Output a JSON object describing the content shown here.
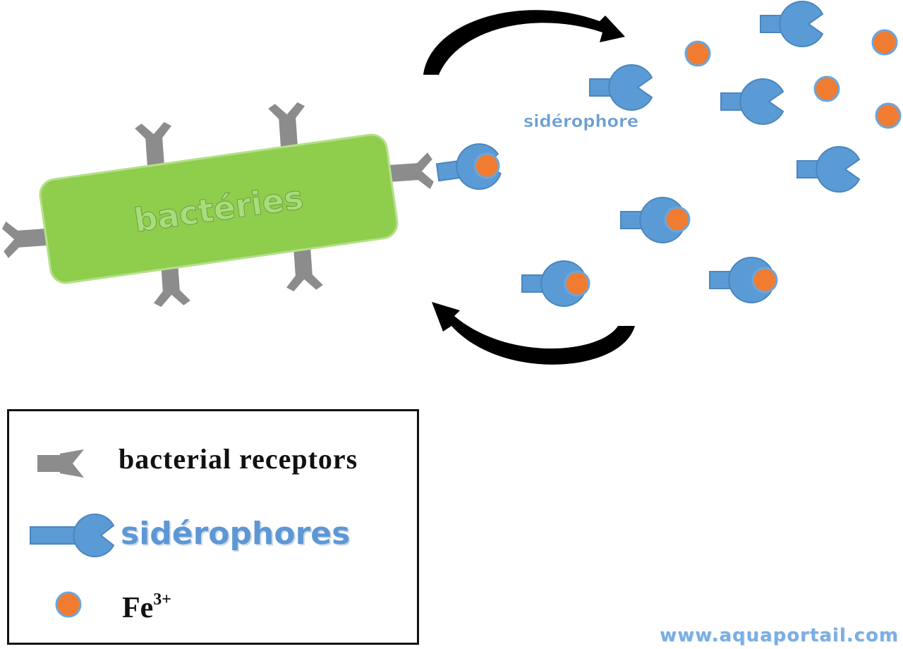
{
  "diagram": {
    "bacteria_label": "bactéries",
    "siderophore_label": "sidérophore",
    "colors": {
      "bacteria_fill": "#8fce4d",
      "bacteria_border": "#b5e08a",
      "receptor": "#8c8c8c",
      "siderophore": "#5b9bd5",
      "siderophore_border": "#4a86be",
      "iron": "#f07c32",
      "arrow": "#000000"
    }
  },
  "legend": {
    "receptor_label": "bacterial receptors",
    "siderophore_label": "sidérophores",
    "iron_label": "Fe",
    "iron_charge": "3+"
  },
  "watermark": "www.aquaportail.com"
}
